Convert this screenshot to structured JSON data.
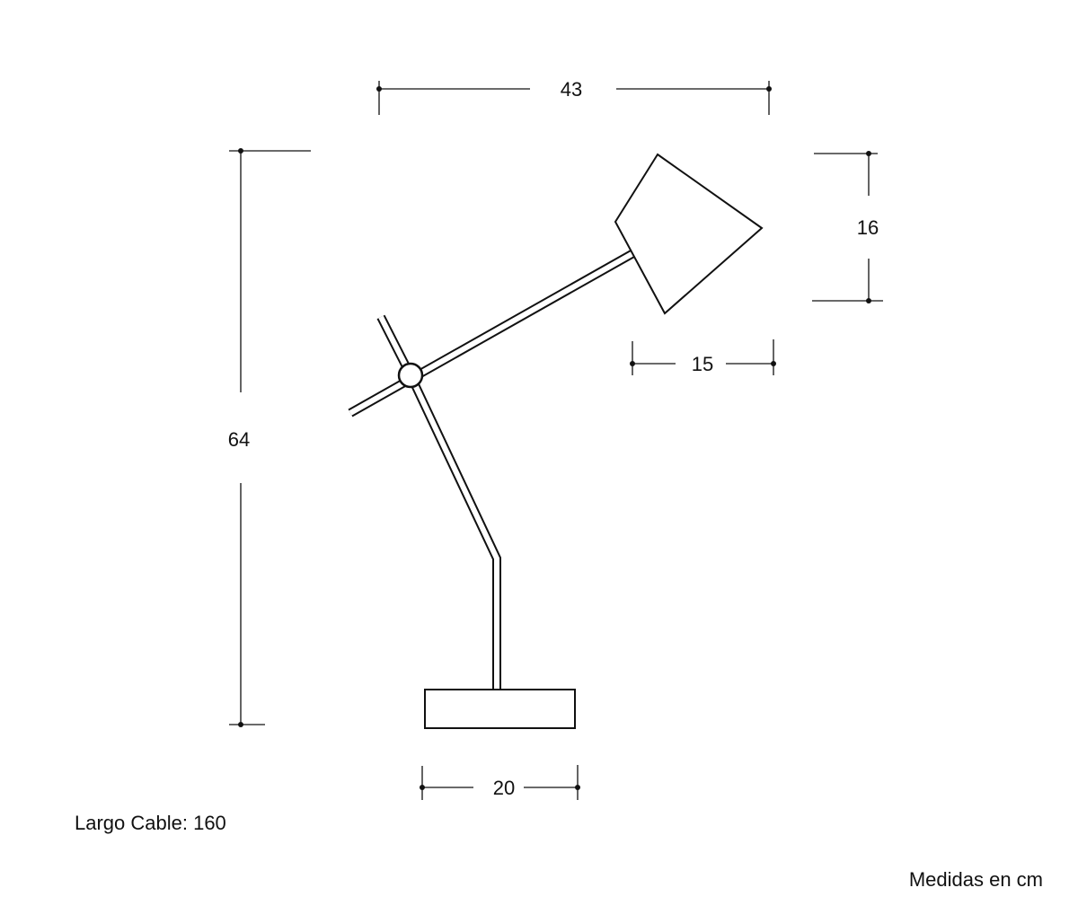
{
  "dimensions": {
    "total_width": "43",
    "total_height": "64",
    "shade_height": "16",
    "shade_width": "15",
    "base_width": "20"
  },
  "notes": {
    "cable_length": "Largo Cable: 160",
    "units": "Medidas en cm"
  },
  "colors": {
    "line": "#111111",
    "background": "#ffffff"
  }
}
